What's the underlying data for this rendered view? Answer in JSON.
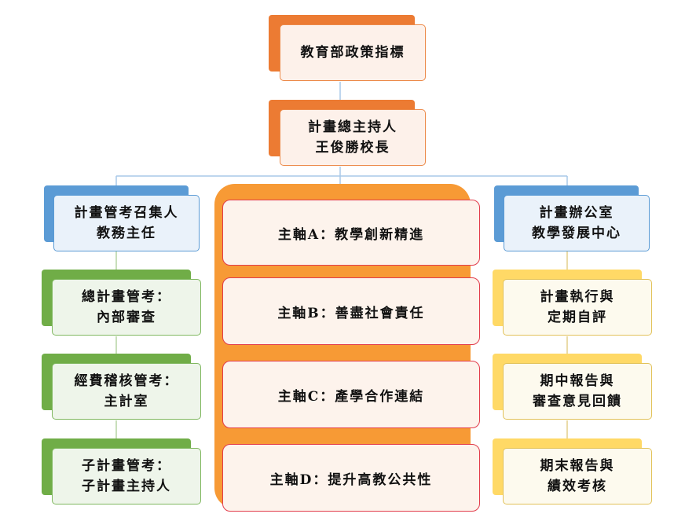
{
  "top": {
    "line1": "教育部政策指標"
  },
  "leader": {
    "line1": "計畫總主持人",
    "line2": "王俊勝校長"
  },
  "left": {
    "header": {
      "line1": "計畫管考召集人",
      "line2": "教務主任"
    },
    "items": [
      {
        "line1": "總計畫管考：",
        "line2": "內部審查"
      },
      {
        "line1": "經費稽核管考：",
        "line2": "主計室"
      },
      {
        "line1": "子計畫管考：",
        "line2": "子計畫主持人"
      }
    ]
  },
  "center": {
    "axes": [
      "主軸A：教學創新精進",
      "主軸B：善盡社會責任",
      "主軸C：產學合作連結",
      "主軸D：提升高教公共性"
    ]
  },
  "right": {
    "header": {
      "line1": "計畫辦公室",
      "line2": "教學發展中心"
    },
    "items": [
      {
        "line1": "計畫執行與",
        "line2": "定期自評"
      },
      {
        "line1": "期中報告與",
        "line2": "審查意見回饋"
      },
      {
        "line1": "期末報告與",
        "line2": "績效考核"
      }
    ]
  },
  "colors": {
    "orange_shadow": "#ec7b33",
    "orange_face_bg": "#fdf1ea",
    "orange_border": "#ec8a4a",
    "blue_shadow": "#5b9bd5",
    "blue_face_bg": "#eaf2fa",
    "blue_border": "#5b9bd5",
    "green_shadow": "#70ad47",
    "green_face_bg": "#eef5ea",
    "green_border": "#80b860",
    "yellow_shadow": "#ffd966",
    "yellow_face_bg": "#fdfaee",
    "yellow_border": "#e2c25a",
    "center_panel": "#f79a35",
    "axis_border": "#e23c4b",
    "line": "#9dc3e6"
  }
}
